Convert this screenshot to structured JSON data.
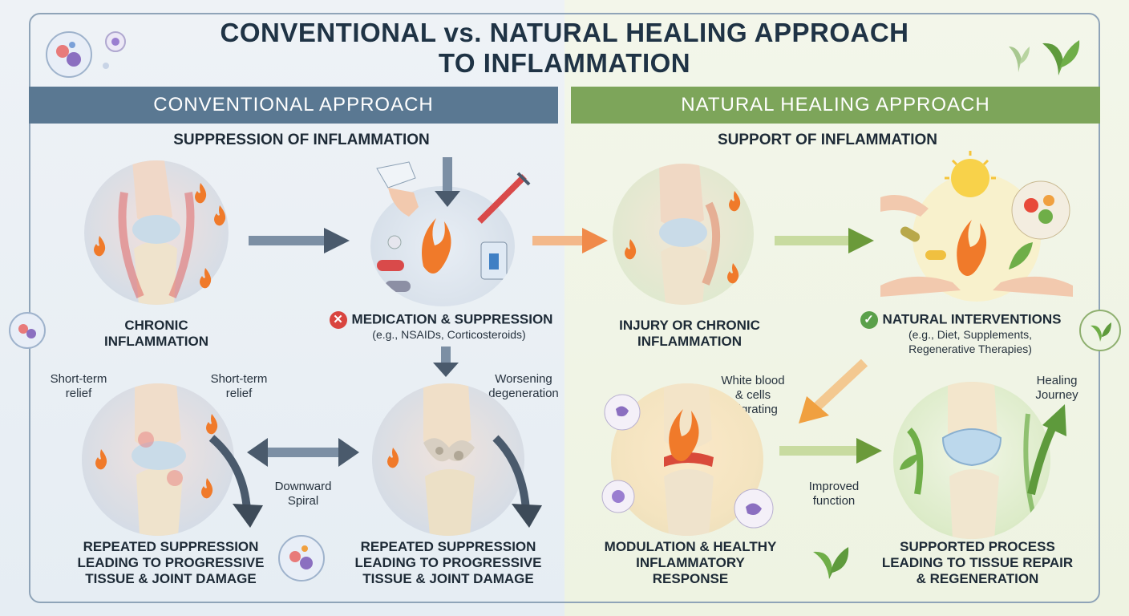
{
  "title": {
    "line1": "CONVENTIONAL vs. NATURAL HEALING APPROACH",
    "line2": "TO INFLAMMATION"
  },
  "left": {
    "header": "CONVENTIONAL APPROACH",
    "subtitle": "SUPPRESSION OF INFLAMMATION",
    "chronic_label_1": "CHRONIC",
    "chronic_label_2": "INFLAMMATION",
    "medication_label": "MEDICATION & SUPPRESSION",
    "medication_examples": "(e.g., NSAIDs, Corticosteroids)",
    "short_term_left_1": "Short-term",
    "short_term_left_2": "relief",
    "short_term_right_1": "Short-term",
    "short_term_right_2": "relief",
    "worsening_1": "Worsening",
    "worsening_2": "degeneration",
    "downward_1": "Downward",
    "downward_2": "Spiral",
    "repeat_left_1": "REPEATED SUPPRESSION",
    "repeat_left_2": "LEADING TO PROGRESSIVE",
    "repeat_left_3": "TISSUE & JOINT DAMAGE",
    "repeat_right_1": "REPEATED SUPPRESSION",
    "repeat_right_2": "LEADING TO PROGRESSIVE",
    "repeat_right_3": "TISSUE & JOINT DAMAGE"
  },
  "right": {
    "header": "NATURAL HEALING APPROACH",
    "subtitle": "SUPPORT OF INFLAMMATION",
    "injury_label_1": "INJURY OR CHRONIC",
    "injury_label_2": "INFLAMMATION",
    "natural_label": "NATURAL INTERVENTIONS",
    "natural_examples_1": "(e.g., Diet, Supplements,",
    "natural_examples_2": "Regenerative Therapies)",
    "wbc_1": "White blood",
    "wbc_2": "& cells",
    "wbc_3": "migrating",
    "healing_1": "Healing",
    "healing_2": "Journey",
    "improved_1": "Improved",
    "improved_2": "function",
    "modulation_1": "MODULATION & HEALTHY",
    "modulation_2": "INFLAMMATORY",
    "modulation_3": "RESPONSE",
    "supported_1": "SUPPORTED PROCESS",
    "supported_2": "LEADING TO TISSUE REPAIR",
    "supported_3": "& REGENERATION"
  },
  "icons": {
    "cross": "✕",
    "check": "✓"
  },
  "colors": {
    "conventional_band": "#5a7892",
    "natural_band": "#7da55a",
    "flame": "#f07a2a",
    "arrow_dark": "#4a5a6c",
    "arrow_green": "#6b9a3a",
    "arrow_orange": "#f0a040"
  }
}
